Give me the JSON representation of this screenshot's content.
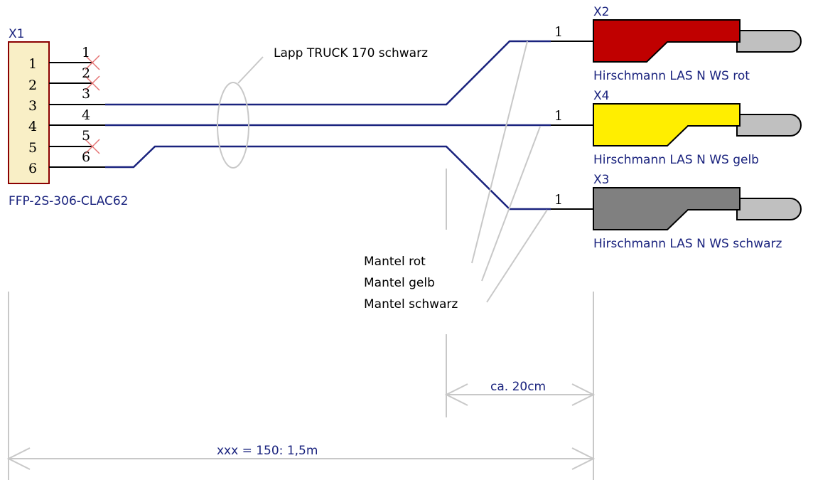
{
  "connector_x1": {
    "ref": "X1",
    "part": "FFP-2S-306-CLAC62",
    "pins": [
      "1",
      "2",
      "3",
      "4",
      "5",
      "6"
    ],
    "wire_numbers": [
      "1",
      "2",
      "3",
      "4",
      "5",
      "6"
    ],
    "body_color": "#f9efc6",
    "border_color": "#8b0000"
  },
  "cable": {
    "label": "Lapp TRUCK 170 schwarz",
    "wire_color": "#1a237e"
  },
  "plugs": [
    {
      "ref": "X2",
      "pin": "1",
      "label": "Hirschmann LAS N WS rot",
      "color": "#c00000"
    },
    {
      "ref": "X4",
      "pin": "1",
      "label": "Hirschmann LAS N WS gelb",
      "color": "#ffee00"
    },
    {
      "ref": "X3",
      "pin": "1",
      "label": "Hirschmann LAS N WS schwarz",
      "color": "#808080"
    }
  ],
  "sheath_labels": [
    "Mantel rot",
    "Mantel gelb",
    "Mantel schwarz"
  ],
  "dimensions": {
    "short": "ca. 20cm",
    "total": "xxx = 150: 1,5m"
  }
}
